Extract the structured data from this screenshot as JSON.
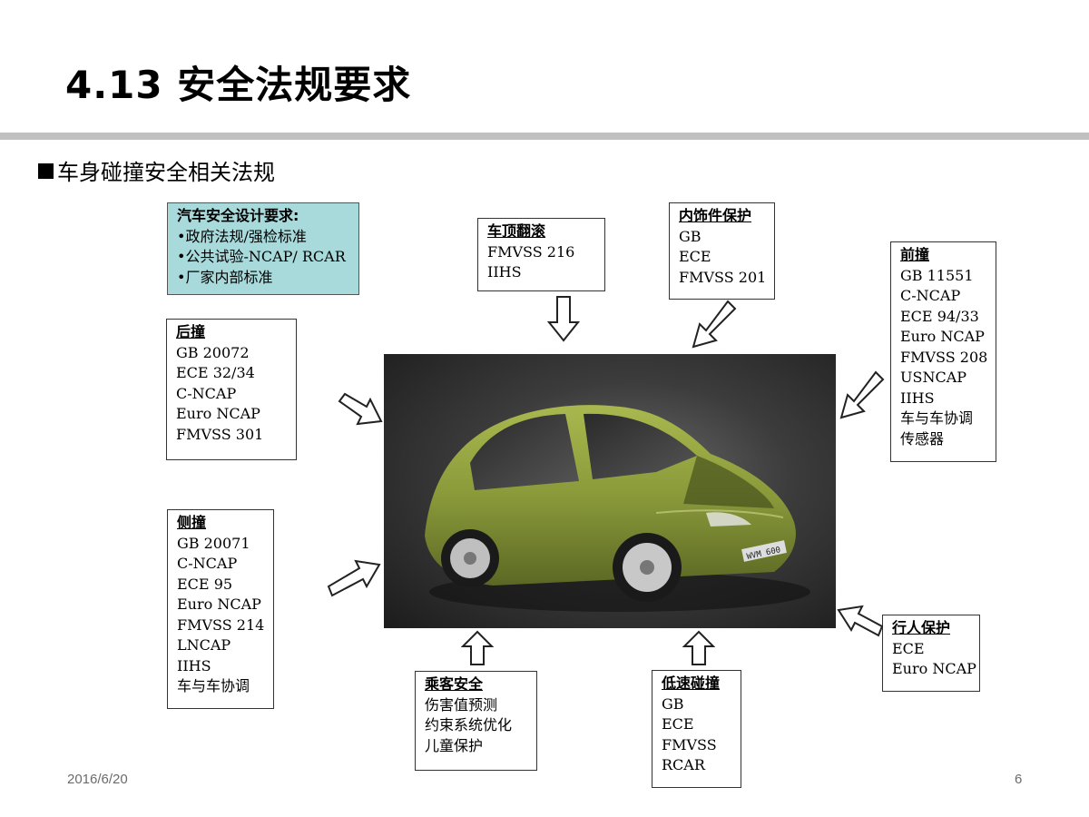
{
  "slide": {
    "title": "4.13 安全法规要求",
    "subtitle": "车身碰撞安全相关法规",
    "date": "2016/6/20",
    "page_number": "6"
  },
  "requirements": {
    "heading": "汽车安全设计要求:",
    "lines": [
      "•政府法规/强检标准",
      "•公共试验-NCAP/ RCAR",
      "•厂家内部标准"
    ],
    "background_color": "#a8dadc"
  },
  "roof": {
    "heading": "车顶翻滚",
    "lines": [
      "FMVSS 216",
      "IIHS"
    ]
  },
  "interior": {
    "heading": "内饰件保护",
    "lines": [
      "GB",
      "ECE",
      "FMVSS 201"
    ]
  },
  "front": {
    "heading": "前撞",
    "lines": [
      "GB 11551",
      "C-NCAP",
      "ECE 94/33",
      "Euro NCAP",
      "FMVSS 208",
      "USNCAP",
      "IIHS",
      "车与车协调",
      "传感器"
    ]
  },
  "rear": {
    "heading": "后撞",
    "lines": [
      "GB 20072",
      "ECE 32/34",
      "C-NCAP",
      "Euro NCAP",
      "FMVSS 301"
    ]
  },
  "side": {
    "heading": "侧撞",
    "lines": [
      "GB 20071",
      "C-NCAP",
      "ECE 95",
      "Euro NCAP",
      "FMVSS 214",
      "LNCAP",
      "IIHS",
      "车与车协调"
    ]
  },
  "occupant": {
    "heading": "乘客安全",
    "lines": [
      "伤害值预测",
      "约束系统优化",
      "儿童保护"
    ]
  },
  "low_speed": {
    "heading": "低速碰撞",
    "lines": [
      "GB",
      "ECE",
      "FMVSS",
      "RCAR"
    ]
  },
  "pedestrian": {
    "heading": "行人保护",
    "lines": [
      "ECE",
      "Euro NCAP"
    ]
  },
  "car_image": {
    "plate_text": "WVM 600",
    "body_color": "#8a9a3a"
  }
}
